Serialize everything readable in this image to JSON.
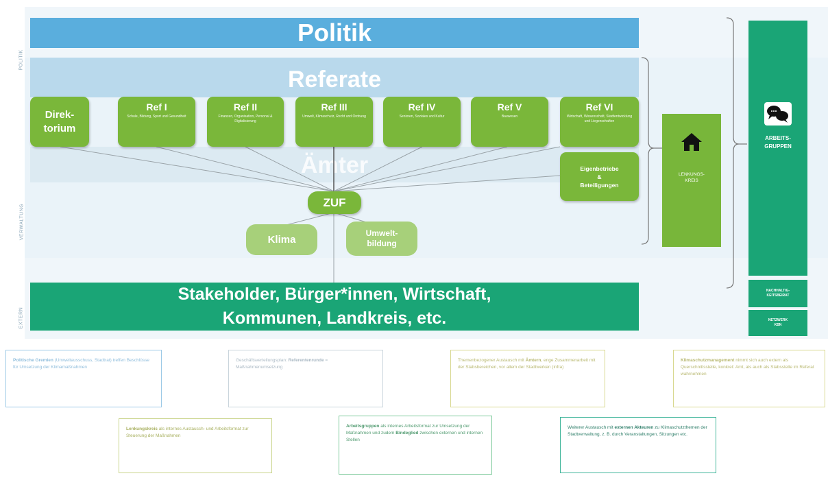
{
  "side_labels": {
    "politik": "POLITIK",
    "verwaltung": "VERWALTUNG",
    "extern": "EXTERN"
  },
  "politik": "Politik",
  "referate_title": "Referate",
  "aemter_title": "Ämter",
  "refs": [
    {
      "title": "Direk-\ntorium",
      "sub": ""
    },
    {
      "title": "Ref I",
      "sub": "Schule, Bildung, Sport und Gesundheit"
    },
    {
      "title": "Ref II",
      "sub": "Finanzen, Organisation, Personal & Digitalisierung"
    },
    {
      "title": "Ref III",
      "sub": "Umwelt, Klimaschutz, Recht und Ordnung"
    },
    {
      "title": "Ref IV",
      "sub": "Senioren, Soziales und Kultur"
    },
    {
      "title": "Ref V",
      "sub": "Bauwesen"
    },
    {
      "title": "Ref VI",
      "sub": "Wirtschaft, Wissenschaft, Stadtentwicklung und Liegenschaften"
    }
  ],
  "eigenbetriebe": "Eigenbetriebe\n&\nBeteiligungen",
  "zuf": "ZUF",
  "klima": "Klima",
  "umweltbildung": "Umwelt-\nbildung",
  "stakeholder_line1": "Stakeholder, Bürger*innen, Wirtschaft,",
  "stakeholder_line2": "Kommunen, Landkreis, etc.",
  "lenkungskreis": "LENKUNGS-\nKREIS",
  "arbeitsgruppen": "ARBEITS-\nGRUPPEN",
  "nachhaltig": "NACHHALTIG-\nKEITSBEIRAT",
  "netzwerk": "NETZWERK\nKBN",
  "notes": {
    "n1": {
      "b": "Politische Gremien",
      "t": " (Umweltausschuss, Stadtrat) treffen Beschlüsse für Umsetzung der Klimamaßnahmen"
    },
    "n2": {
      "t1": "Geschäftsverteilungsplan: ",
      "b": "Referentenrunde",
      "t2": " = Maßnahmenumsetzung"
    },
    "n3": {
      "t1": "Themenbezogener Austausch mit ",
      "b": "Ämtern",
      "t2": ", enge Zusammenarbeit mit der Stabsbereichen, vor allem der Stadtwerken (infra)"
    },
    "n4": {
      "b": "Klimaschutzmanagement",
      "t": " nimmt sich auch extern als Querschnittsstelle, konkret: Amt, als auch als Stabsstelle im Referat wahrnehmen"
    },
    "n5": {
      "b": "Lenkungskreis",
      "t": " als internes Austausch- und Arbeitsformat zur Steuerung der Maßnahmen"
    },
    "n6": {
      "b": "Arbeitsgruppen",
      "t1": " als internes Arbeitsformat zur Umsetzung der Maßnahmen und zudem ",
      "b2": "Bindeglied",
      "t2": " zwischen externen und internen Stellen"
    },
    "n7": {
      "t1": "Weiterer Austausch mit ",
      "b": "externen Akteuren",
      "t2": " zu Klimaschutzthemen der Stadtverwaltung, z. B. durch Veranstaltungen, Sitzungen etc."
    }
  }
}
